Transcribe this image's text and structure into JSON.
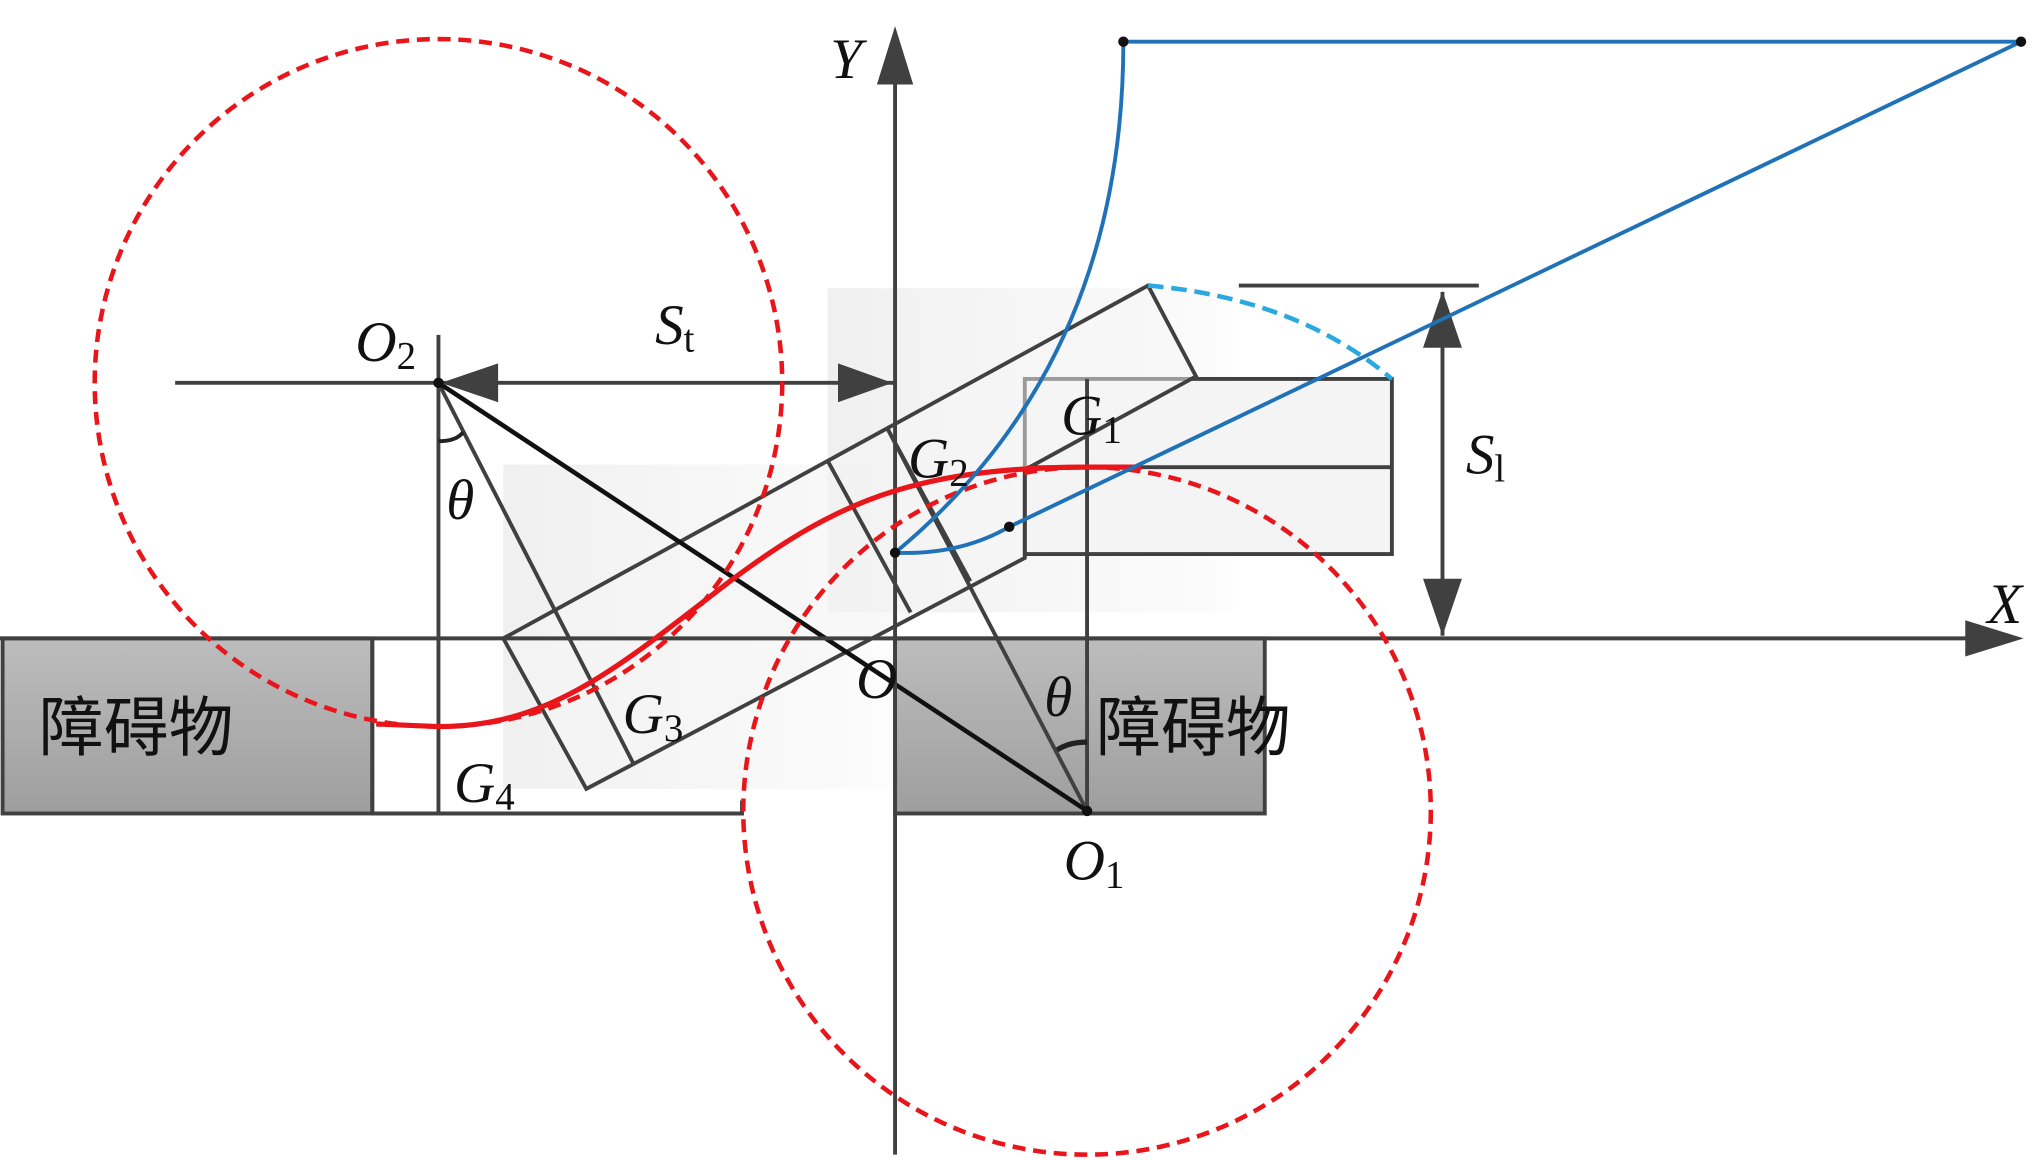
{
  "labels": {
    "y_axis": "Y",
    "x_axis": "X",
    "origin": "O",
    "o1": {
      "main": "O",
      "sub": "1"
    },
    "o2": {
      "main": "O",
      "sub": "2"
    },
    "st": {
      "main": "S",
      "sub": "t"
    },
    "sl": {
      "main": "S",
      "sub": "l"
    },
    "g1": {
      "main": "G",
      "sub": "1"
    },
    "g2": {
      "main": "G",
      "sub": "2"
    },
    "g3": {
      "main": "G",
      "sub": "3"
    },
    "g4": {
      "main": "G",
      "sub": "4"
    },
    "theta": "θ",
    "obstacle": "障碍物"
  },
  "colors": {
    "red_path": "#e8161b",
    "blue_path": "#1f72b8",
    "cyan_arc": "#29a9e0",
    "obstacle_fill": "#a9a9a9",
    "line": "#404040"
  }
}
